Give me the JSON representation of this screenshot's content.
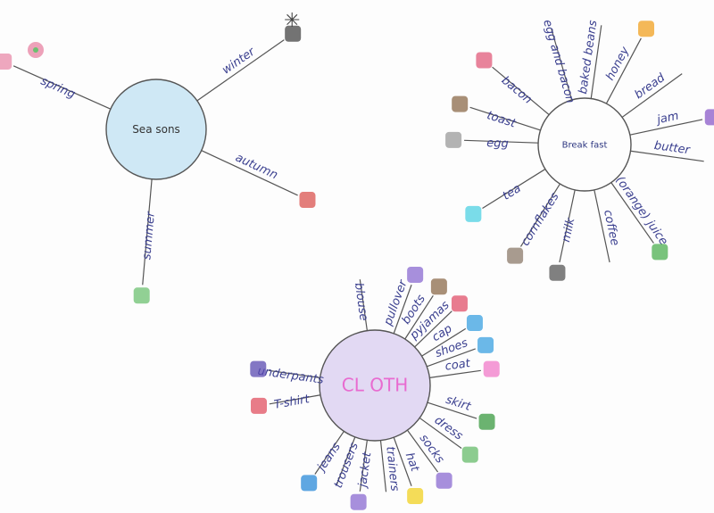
{
  "seasons": {
    "title": "Sea sons",
    "items": [
      "spring",
      "winter",
      "autumn",
      "summer"
    ]
  },
  "breakfast": {
    "title": "Break fast",
    "items": [
      "egg",
      "toast",
      "bacon",
      "egg and bacon",
      "baked beans",
      "honey",
      "bread",
      "jam",
      "butter",
      "(orange) juice",
      "coffee",
      "milk",
      "cornflakes",
      "tea"
    ]
  },
  "clothes": {
    "title": "CL OTH",
    "items": [
      "blouse",
      "pullover",
      "boots",
      "pyjamas",
      "cap",
      "shoes",
      "coat",
      "skirt",
      "dress",
      "socks",
      "hat",
      "trainers",
      "jacket",
      "trousers",
      "jeans",
      "T-shirt",
      "underpants"
    ]
  },
  "colors": {
    "ink": "#3a3f8f",
    "seasons_fill": "#cfe8f5",
    "clothes_fill": "#e2d9f3",
    "clothes_title": "#e86bd0"
  }
}
